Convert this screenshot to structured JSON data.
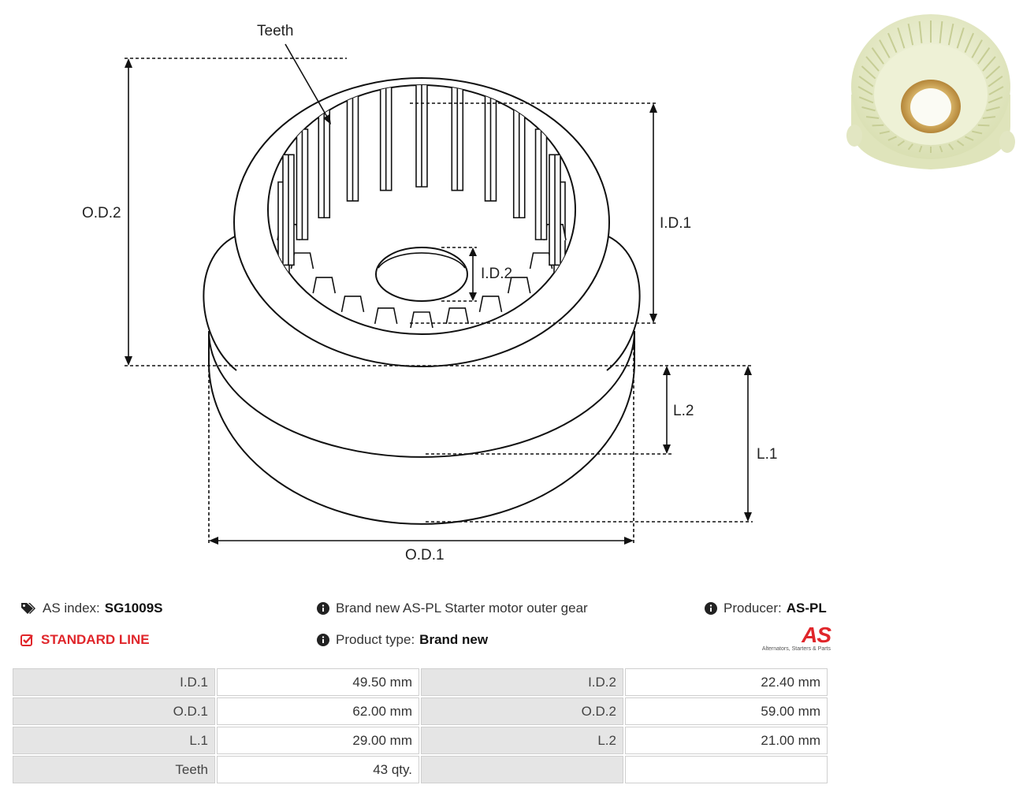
{
  "diagram": {
    "labels": {
      "teeth": "Teeth",
      "od2": "O.D.2",
      "id1": "I.D.1",
      "id2": "I.D.2",
      "l2": "L.2",
      "l1": "L.1",
      "od1": "O.D.1"
    }
  },
  "info": {
    "as_index_label": "AS index:",
    "as_index_value": "SG1009S",
    "description": "Brand new AS-PL Starter motor outer gear",
    "producer_label": "Producer:",
    "producer_value": "AS-PL",
    "line": "STANDARD LINE",
    "product_type_label": "Product type:",
    "product_type_value": "Brand new"
  },
  "logo": {
    "mark": "AS",
    "tagline": "Alternators, Starters & Parts"
  },
  "specs": [
    {
      "label": "I.D.1",
      "value": "49.50 mm",
      "label2": "I.D.2",
      "value2": "22.40 mm"
    },
    {
      "label": "O.D.1",
      "value": "62.00 mm",
      "label2": "O.D.2",
      "value2": "59.00 mm"
    },
    {
      "label": "L.1",
      "value": "29.00 mm",
      "label2": "L.2",
      "value2": "21.00 mm"
    },
    {
      "label": "Teeth",
      "value": "43 qty.",
      "label2": "",
      "value2": ""
    }
  ],
  "colors": {
    "accent": "#e0262b",
    "label_bg": "#e5e5e5",
    "photo_gear": "#e8eccb"
  }
}
